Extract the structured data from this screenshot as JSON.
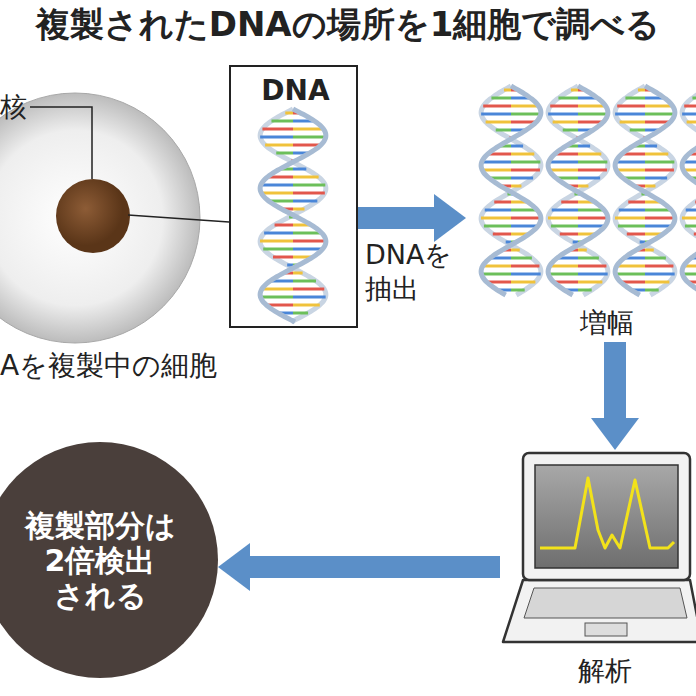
{
  "diagram": {
    "title": "複製されたDNAの場所を1細胞で調べる",
    "nodes": [
      {
        "text": [
          "Aを複製中の細胞"
        ]
      },
      {
        "text": [
          "DNA"
        ]
      },
      {
        "text": [
          "増幅"
        ]
      },
      {
        "text": [
          "解析"
        ]
      },
      {
        "text": [
          "複製部分は 2倍検出 される"
        ]
      }
    ],
    "edges": [
      {
        "from": 1,
        "to": 2,
        "arrow": "to",
        "label": "DNAを 抽出"
      },
      {
        "from": 2,
        "to": 3,
        "arrow": "to"
      },
      {
        "from": 3,
        "to": 4,
        "arrow": "to"
      }
    ],
    "labels": [
      "核"
    ]
  }
}
